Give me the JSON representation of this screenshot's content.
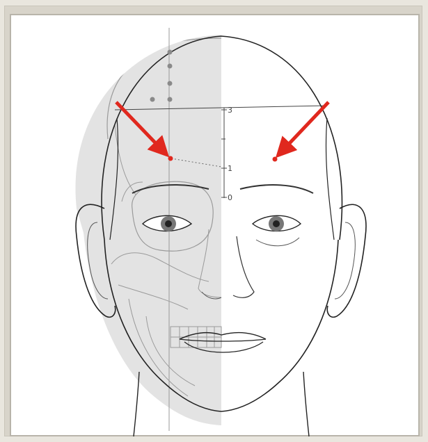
{
  "scale": {
    "ticks": [
      "3",
      "1",
      "0"
    ]
  },
  "colors": {
    "arrow": "#e0281e",
    "line": "#222222",
    "skull_shade": "#e3e3e3",
    "skull_line": "#9a9a9a",
    "point_dot": "#8a8a8a"
  },
  "icons": {
    "left_arrow": "red-arrow-icon",
    "right_arrow": "red-arrow-icon"
  }
}
